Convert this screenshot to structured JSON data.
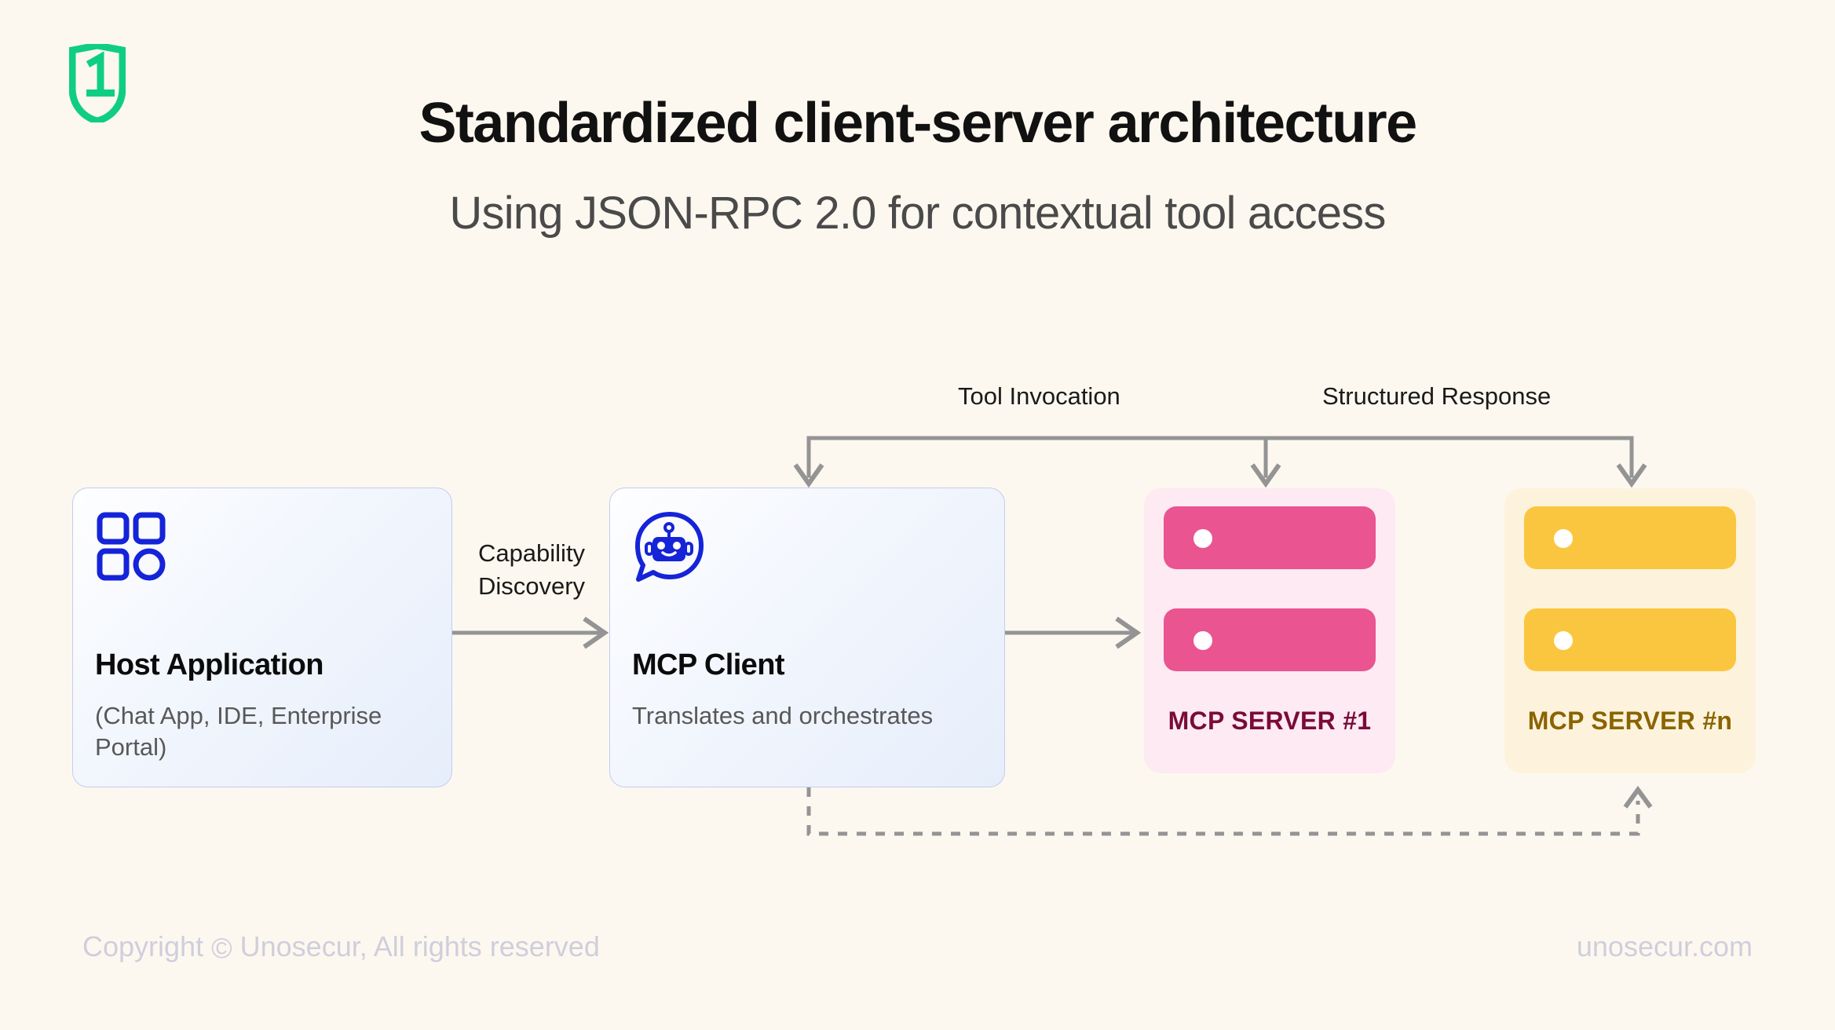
{
  "page": {
    "background_color": "#FDF8EF",
    "title": "Standardized client-server architecture",
    "subtitle": "Using JSON-RPC 2.0 for contextual tool access"
  },
  "logo": {
    "name": "unosecur-shield-logo",
    "glyph": "1",
    "color": "#0FCE84"
  },
  "edges": {
    "capability_discovery": "Capability\nDiscovery",
    "capability_discovery_line1": "Capability",
    "capability_discovery_line2": "Discovery",
    "tool_invocation": "Tool Invocation",
    "structured_response": "Structured Response"
  },
  "nodes": {
    "host": {
      "title": "Host Application",
      "subtitle": "(Chat App, IDE, Enterprise Portal)",
      "icon": "app-grid-icon",
      "icon_color": "#1524D8",
      "border_color": "#C2CCF2"
    },
    "client": {
      "title": "MCP Client",
      "subtitle": "Translates and orchestrates",
      "icon": "chat-bot-icon",
      "icon_color": "#1524D8",
      "border_color": "#C2CCF2"
    },
    "server1": {
      "label": "MCP SERVER #1",
      "icon": "server-rack-icon",
      "card_color": "#FDEAF3",
      "bar_color": "#EA5490",
      "label_color": "#7A0B38"
    },
    "servern": {
      "label": "MCP SERVER #n",
      "icon": "server-rack-icon",
      "card_color": "#FDF3DC",
      "bar_color": "#FBC63F",
      "label_color": "#8A6400"
    }
  },
  "footer": {
    "copyright_prefix": "Copyright",
    "copyright_mark": "©",
    "copyright_suffix": "Unosecur, All rights reserved",
    "site": "unosecur.com",
    "color": "#CFCEDC"
  },
  "connector_color": "#949494"
}
